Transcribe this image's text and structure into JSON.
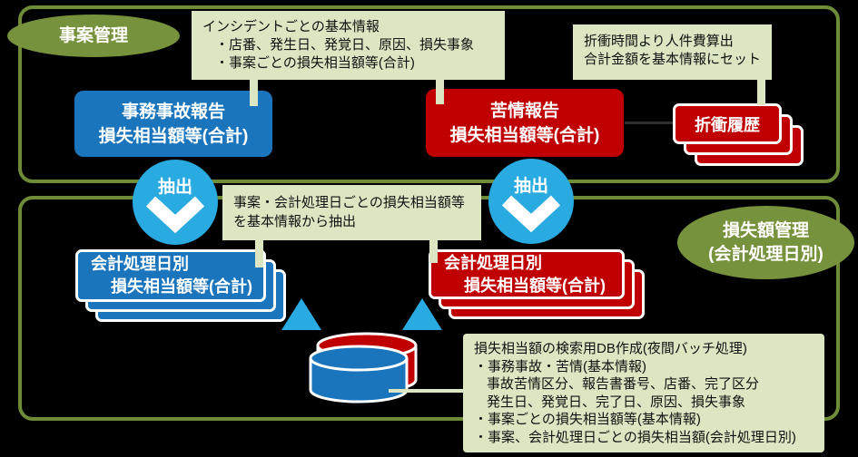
{
  "colors": {
    "background": "#000000",
    "olive_green": "#76923C",
    "frame_border": "#6E8C37",
    "note_background": "#DCE6C2",
    "box_blue": "#1B75BC",
    "box_red": "#C00000",
    "accent_cyan": "#29ABE2",
    "text_white": "#FFFFFF"
  },
  "top_section": {
    "oval_label": "事案管理",
    "incident_note_lines": [
      "インシデントごとの基本情報",
      "・店番、発生日、発覚日、原因、損失事象",
      "・事案ごとの損失相当額等(合計)"
    ],
    "office_accident_box": {
      "line1": "事務事故報告",
      "line2": "損失相当額等(合計)"
    },
    "complaint_box": {
      "line1": "苦情報告",
      "line2": "損失相当額等(合計)"
    },
    "negotiation_note_lines": [
      "折衝時間より人件費算出",
      "合計金額を基本情報にセット"
    ],
    "negotiation_stack_label": "折衝履歴"
  },
  "extraction": {
    "circle_label": "抽出",
    "note_lines": [
      "事案・会計処理日ごとの損失相当額等",
      "を基本情報から抽出"
    ]
  },
  "bottom_section": {
    "oval_label_line1": "損失額管理",
    "oval_label_line2": "(会計処理日別)",
    "blue_stack": {
      "line1": "会計処理日別",
      "line2": "損失相当額等(合計)"
    },
    "red_stack": {
      "line1": "会計処理日別",
      "line2": "損失相当額等(合計)"
    },
    "db_note_lines": [
      "損失相当額の検索用DB作成(夜間バッチ処理)",
      "・事務事故・苦情(基本情報)",
      "事故苦情区分、報告書番号、店番、完了区分",
      "発生日、発覚日、完了日、原因、損失事象",
      "・事案ごとの損失相当額等(基本情報)",
      "・事案、会計処理日ごとの損失相当額(会計処理日別)"
    ]
  }
}
